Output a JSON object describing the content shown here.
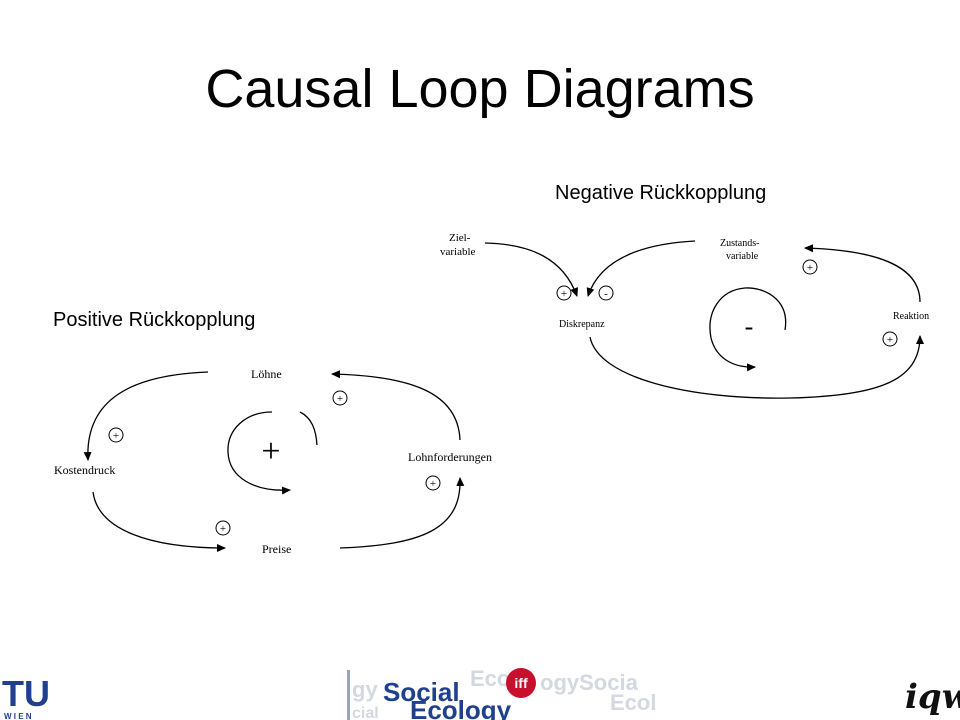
{
  "slide": {
    "title": "Causal Loop Diagrams"
  },
  "positive_loop": {
    "heading": "Positive Rückkopplung",
    "nodes": {
      "loehne": "Löhne",
      "kostendruck": "Kostendruck",
      "preise": "Preise",
      "lohnforderungen": "Lohnforderungen"
    },
    "link_signs": [
      "+",
      "+",
      "+",
      "+"
    ],
    "loop_sign": "+"
  },
  "negative_loop": {
    "heading": "Negative Rückkopplung",
    "nodes": {
      "zielvariable_line1": "Ziel-",
      "zielvariable_line2": "variable",
      "zustandsvariable_line1": "Zustands-",
      "zustandsvariable_line2": "variable",
      "diskrepanz": "Diskrepanz",
      "reaktion": "Reaktion"
    },
    "link_signs": [
      "+",
      "-",
      "+",
      "+"
    ],
    "loop_sign": "-"
  },
  "footer": {
    "left_logo": "TU",
    "left_logo_sub": "W I E N",
    "center_logo_word1": "Social",
    "center_logo_word2": "Ecology",
    "center_logo_badge": "iff",
    "right_logo": "iqw"
  }
}
